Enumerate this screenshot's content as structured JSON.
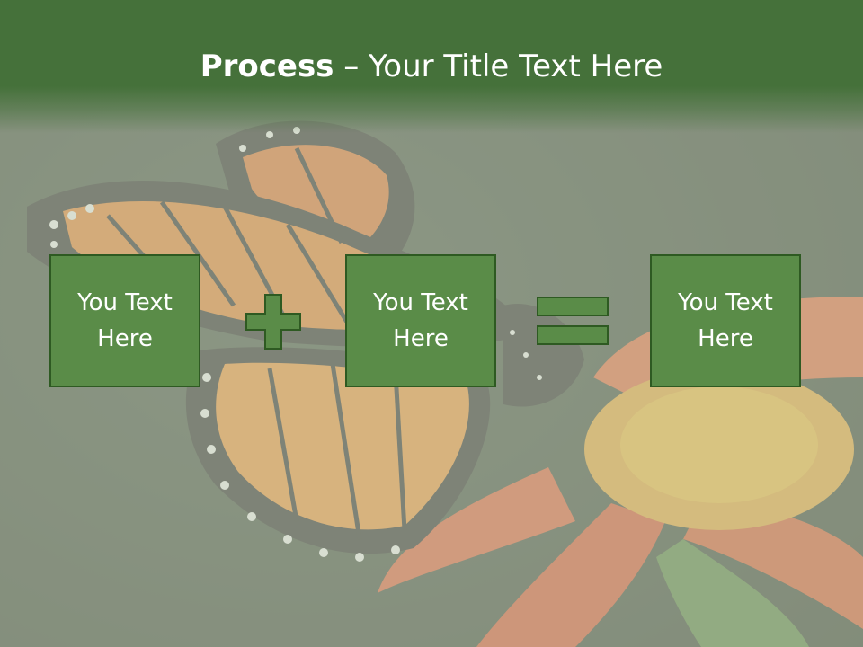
{
  "title": {
    "bold": "Process",
    "rest": " – Your Title Text Here"
  },
  "boxes": [
    {
      "line1": "You Text",
      "line2": "Here"
    },
    {
      "line1": "You Text",
      "line2": "Here"
    },
    {
      "line1": "You Text",
      "line2": "Here"
    }
  ],
  "operators": [
    "plus-icon",
    "equals-icon"
  ],
  "colors": {
    "header": "#45713a",
    "box_fill": "#5a8c48",
    "box_border": "#2e5a22",
    "text": "#ffffff"
  },
  "background": "butterfly-on-orange-flower-photo"
}
